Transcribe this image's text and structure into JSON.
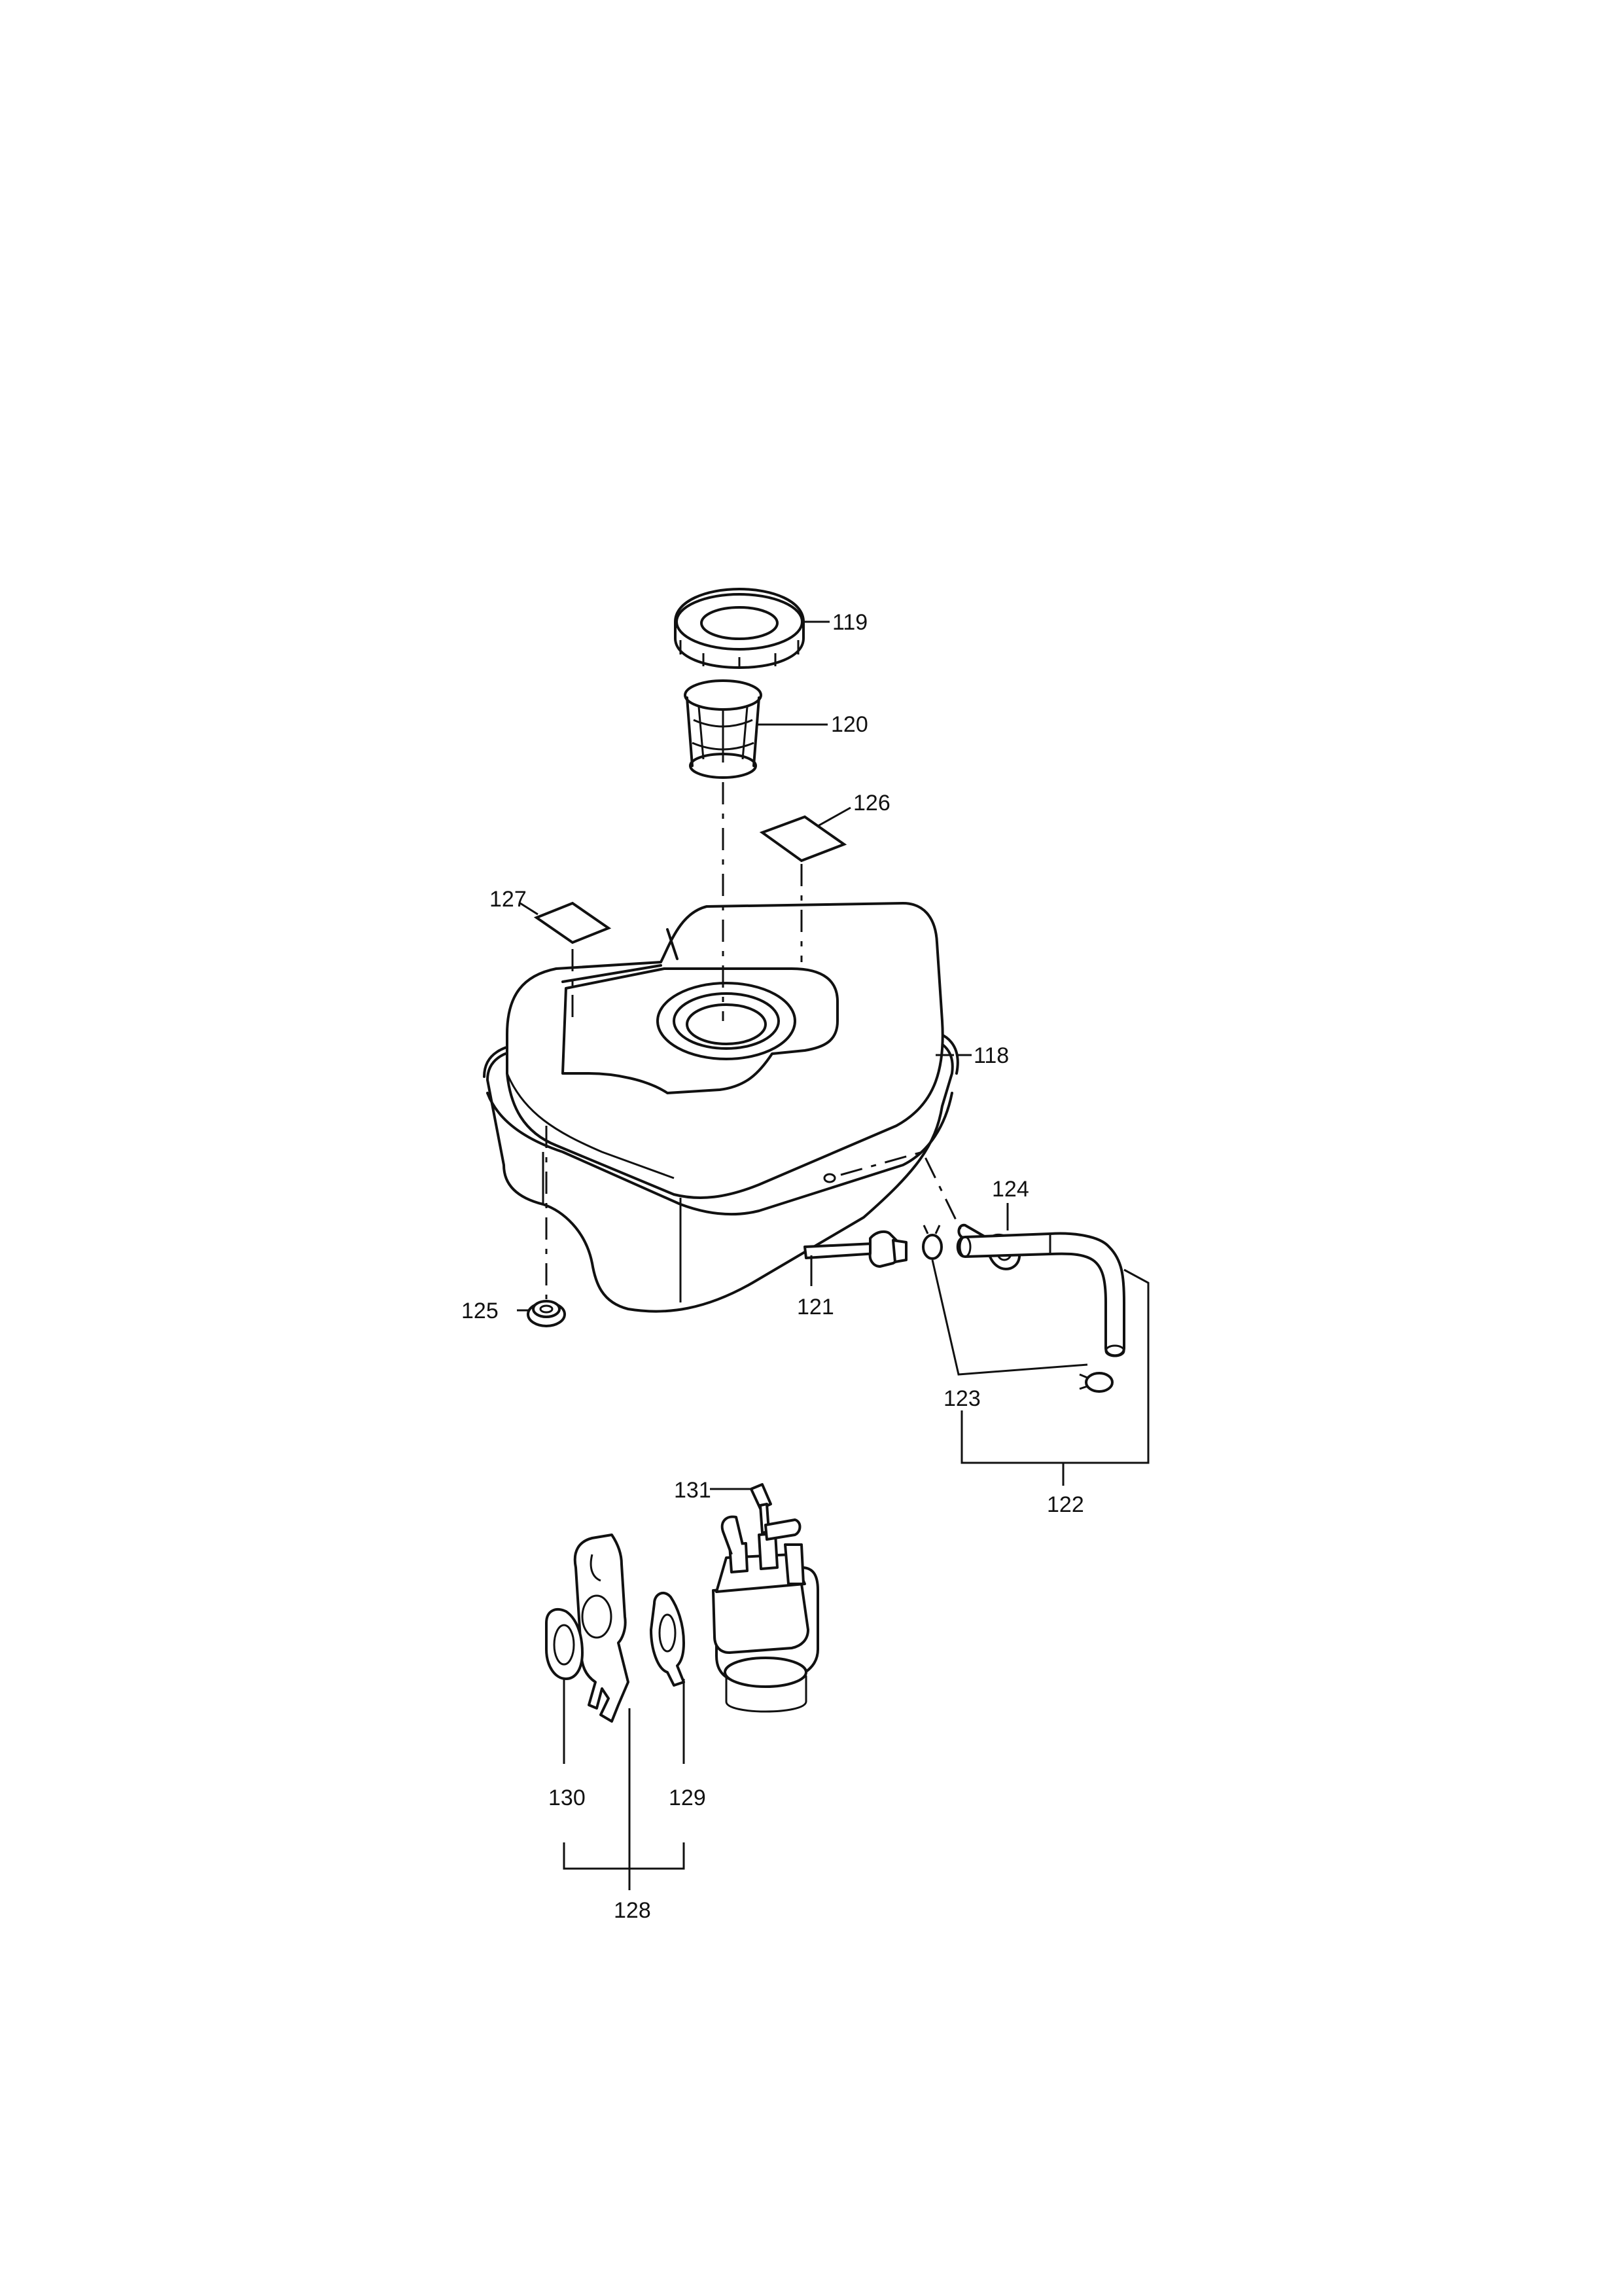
{
  "diagram": {
    "callouts": {
      "p118": "118",
      "p119": "119",
      "p120": "120",
      "p121": "121",
      "p122": "122",
      "p123": "123",
      "p124": "124",
      "p125": "125",
      "p126": "126",
      "p127": "127",
      "p128": "128",
      "p129": "129",
      "p130": "130",
      "p131": "131"
    }
  }
}
